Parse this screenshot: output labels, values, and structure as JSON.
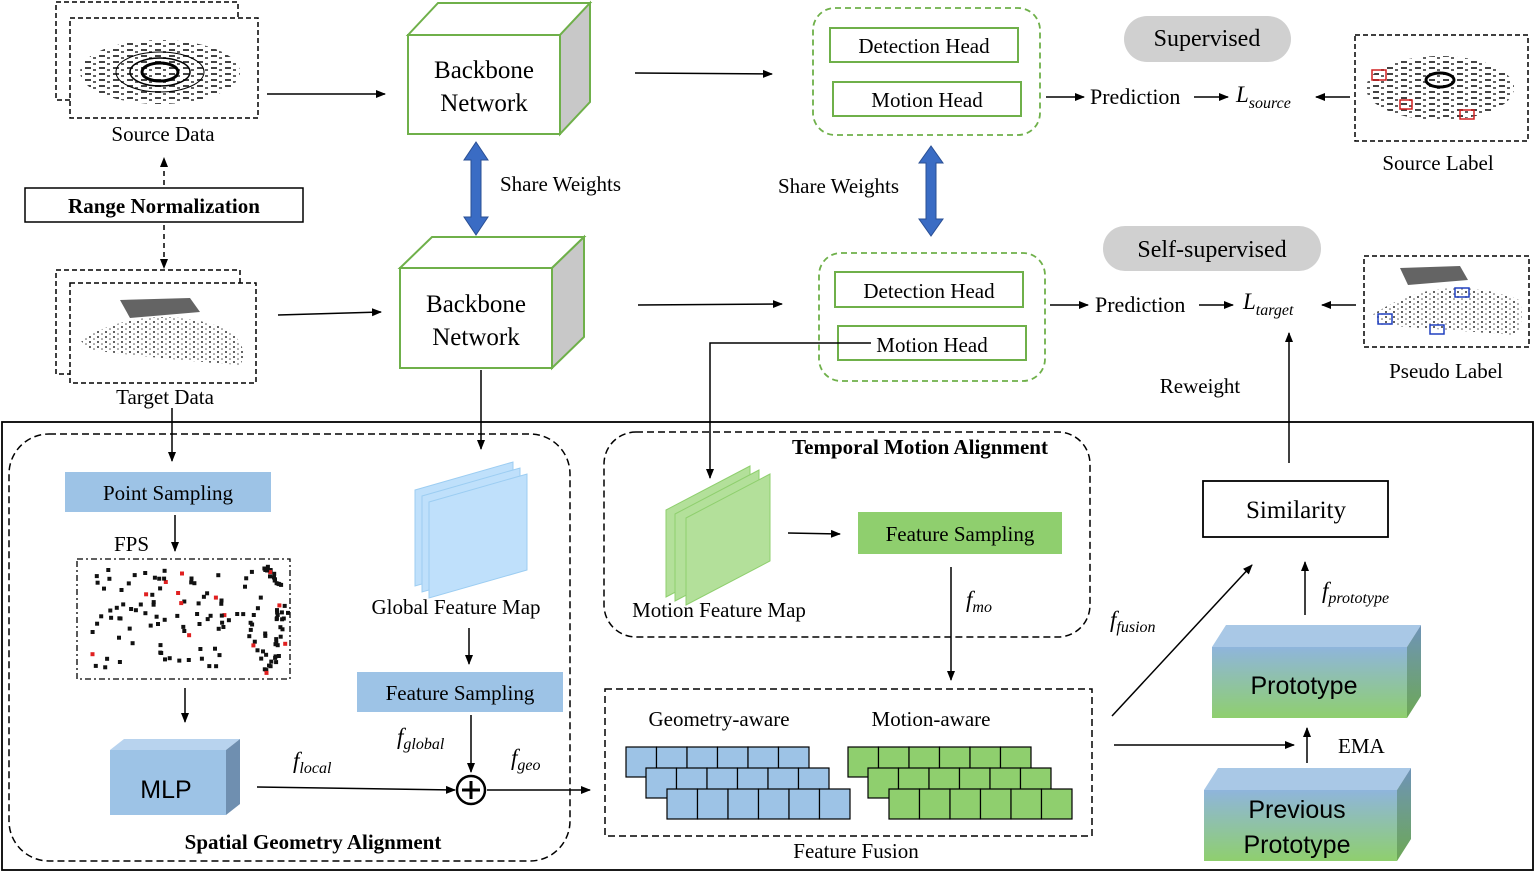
{
  "top": {
    "source_data_label": "Source Data",
    "target_data_label": "Target Data",
    "range_normalization": "Range Normalization",
    "backbone_source": [
      "Backbone",
      "Network"
    ],
    "backbone_target": [
      "Backbone",
      "Network"
    ],
    "share_weights_backbone": "Share Weights",
    "share_weights_heads": "Share Weights",
    "detection_head_source": "Detection Head",
    "motion_head_source": "Motion Head",
    "detection_head_target": "Detection Head",
    "motion_head_target": "Motion Head",
    "supervised_badge": "Supervised",
    "self_supervised_badge": "Self-supervised",
    "prediction_source": "Prediction",
    "prediction_target": "Prediction",
    "loss_source": {
      "base": "L",
      "sub": "source"
    },
    "loss_target": {
      "base": "L",
      "sub": "target"
    },
    "source_label": "Source Label",
    "pseudo_label": "Pseudo Label",
    "reweight": "Reweight"
  },
  "spatial": {
    "title": "Spatial Geometry Alignment",
    "point_sampling": "Point Sampling",
    "fps": "FPS",
    "mlp": "MLP",
    "global_feature_map": "Global Feature Map",
    "feature_sampling": "Feature Sampling",
    "f_local": {
      "base": "f",
      "sub": "local"
    },
    "f_global": {
      "base": "f",
      "sub": "global"
    },
    "f_geo": {
      "base": "f",
      "sub": "geo"
    },
    "plus": "+"
  },
  "temporal": {
    "title": "Temporal Motion Alignment",
    "motion_feature_map": "Motion Feature Map",
    "feature_sampling": "Feature Sampling",
    "f_mo": {
      "base": "f",
      "sub": "mo"
    }
  },
  "fusion": {
    "title": "Feature Fusion",
    "geometry_aware": "Geometry-aware",
    "motion_aware": "Motion-aware",
    "f_fusion": {
      "base": "f",
      "sub": "fusion"
    }
  },
  "prototype": {
    "similarity": "Similarity",
    "prototype": "Prototype",
    "previous_prototype": [
      "Previous",
      "Prototype"
    ],
    "ema": "EMA",
    "f_prototype": {
      "base": "f",
      "sub": "prototype"
    }
  },
  "colors": {
    "green_border": "#6fb04a",
    "green_fill": "#8fcf6e",
    "blue_fill": "#9dc3e6",
    "blue_arrow": "#3a6cc4",
    "badge_gray": "#d0d0d0"
  }
}
